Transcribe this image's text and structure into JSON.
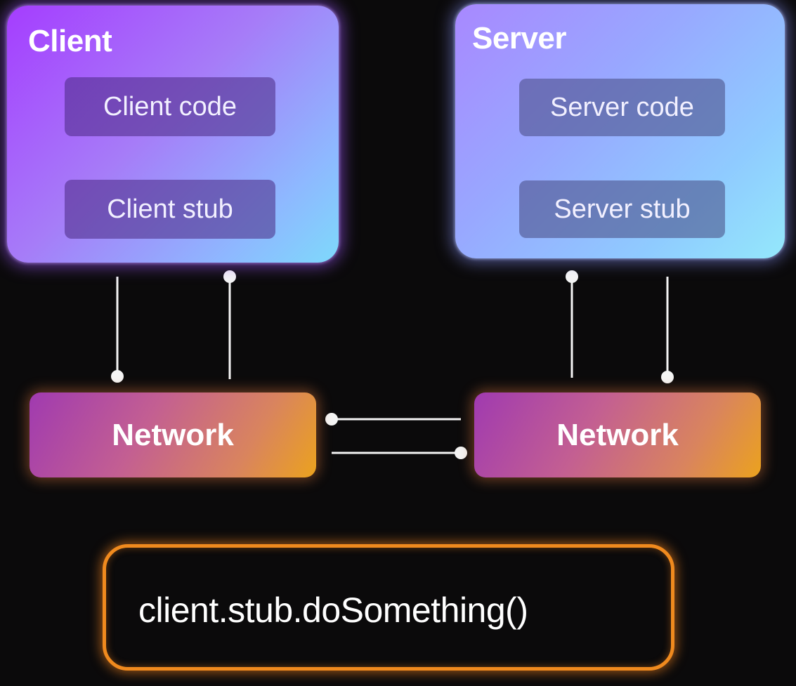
{
  "client": {
    "title": "Client",
    "code_label": "Client code",
    "stub_label": "Client stub"
  },
  "server": {
    "title": "Server",
    "code_label": "Server code",
    "stub_label": "Server stub"
  },
  "network": {
    "left_label": "Network",
    "right_label": "Network"
  },
  "code_call": "client.stub.doSomething()",
  "colors": {
    "background": "#0b0a0b",
    "connector": "#f4f4f4",
    "code_box_border": "#f08a1e",
    "network_gradient_start": "#a03ab0",
    "network_gradient_end": "#eba21e",
    "client_panel_start": "#a53dff",
    "server_panel_end": "#94e8fb"
  }
}
